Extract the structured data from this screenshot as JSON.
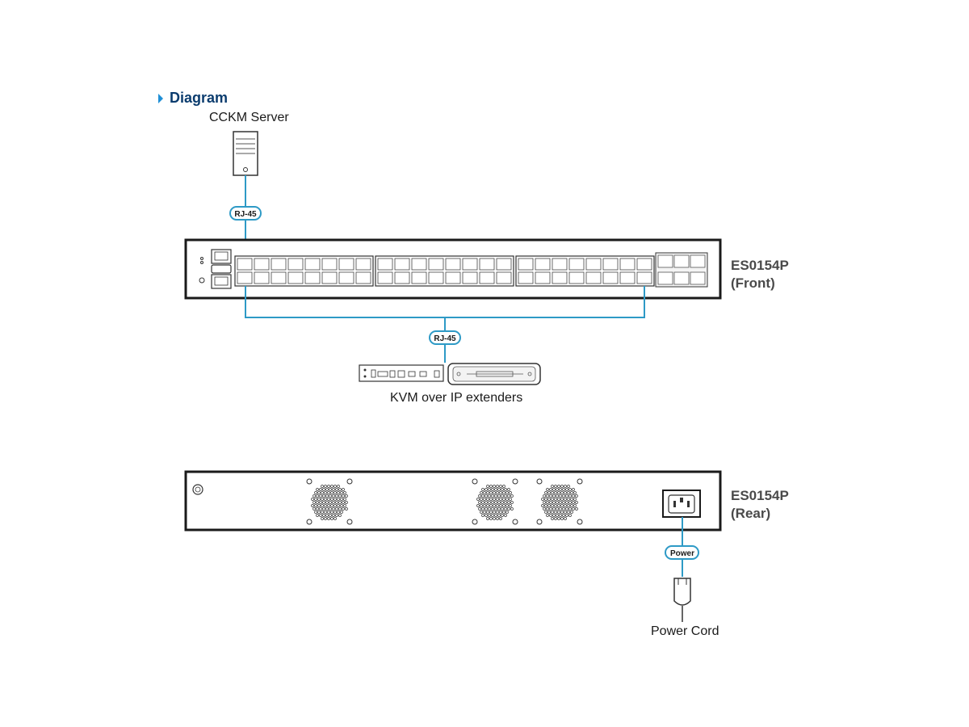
{
  "diagram": {
    "title": "Diagram",
    "server_label": "CCKM Server",
    "link_label_top": "RJ-45",
    "link_label_mid": "RJ-45",
    "extenders_label": "KVM over IP extenders",
    "front_name_line1": "ES0154P",
    "front_name_line2": "(Front)",
    "rear_name_line1": "ES0154P",
    "rear_name_line2": "(Rear)",
    "power_label": "Power",
    "power_cord_label": "Power Cord"
  },
  "colors": {
    "accent_cable": "#2e9ac6",
    "title_text": "#0b3c6e",
    "title_arrow": "#1f8fd6",
    "device_outline": "#1a1a1a",
    "device_name_text": "#4a4a4a"
  },
  "icons": {
    "server": "server-tower-icon",
    "plug": "power-plug-icon",
    "fan": "fan-grille-icon",
    "ac_inlet": "ac-inlet-icon"
  }
}
